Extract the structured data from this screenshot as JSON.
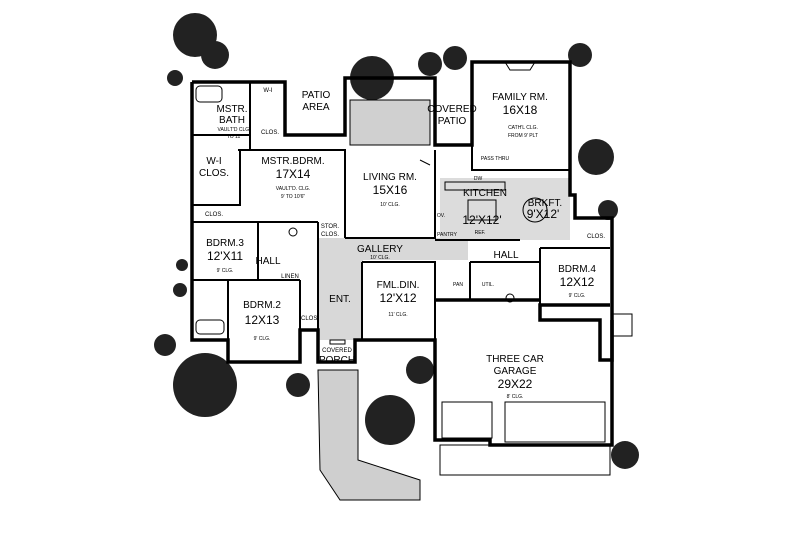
{
  "rooms": {
    "patio": {
      "line1": "PATIO",
      "line2": "AREA"
    },
    "covered_patio": {
      "line1": "COVERED",
      "line2": "PATIO"
    },
    "family": {
      "name": "FAMILY RM.",
      "dim": "16X18",
      "note1": "CATH'L CLG.",
      "note2": "FROM 9' PLT"
    },
    "mstr_bath": {
      "line1": "MSTR.",
      "line2": "BATH",
      "note1": "VAULT'D CLG.",
      "note2": "TO 11'"
    },
    "mstr_bdrm": {
      "name": "MSTR.BDRM.",
      "dim": "17X14",
      "note1": "VAULT'D. CLG.",
      "note2": "9' TO 10'6\""
    },
    "wi_clos_left": {
      "line1": "W-I",
      "line2": "CLOS."
    },
    "wi_top": "W-I",
    "living": {
      "name": "LIVING RM.",
      "dim": "15X16",
      "note": "10' CLG."
    },
    "kitchen": {
      "name": "KITCHEN",
      "dim": "12'X12'"
    },
    "brkft": {
      "name": "BRKFT.",
      "dim": "9'X12'"
    },
    "bdrm3": {
      "name": "BDRM.3",
      "dim": "12'X11",
      "note": "9' CLG."
    },
    "bdrm2": {
      "name": "BDRM.2",
      "dim": "12X13",
      "note": "9' CLG."
    },
    "bdrm4": {
      "name": "BDRM.4",
      "dim": "12X12",
      "note": "9' CLG."
    },
    "fml_din": {
      "name": "FML.DIN.",
      "dim": "12'X12",
      "note": "11' CLG."
    },
    "garage": {
      "line1": "THREE CAR",
      "line2": "GARAGE",
      "dim": "29X22",
      "note": "8' CLG."
    },
    "porch": {
      "line1": "COVERED",
      "line2": "PORCH"
    },
    "gallery": {
      "name": "GALLERY",
      "note": "10' CLG."
    }
  },
  "labels": {
    "clos": "CLOS.",
    "clos2": "CLOS.",
    "clos3": "CLOS.",
    "clos4": "CLOS.",
    "stor": "STOR.",
    "stor2": "CLOS.",
    "hall_left": "HALL",
    "hall_right": "HALL",
    "linen": "LINEN",
    "ent": "ENT.",
    "pass_thru": "PASS THRU",
    "dw": "DW",
    "ov": "OV.",
    "pantry": "PANTRY",
    "ref": "REF.",
    "util": "UTIL.",
    "pan": "PAN"
  }
}
